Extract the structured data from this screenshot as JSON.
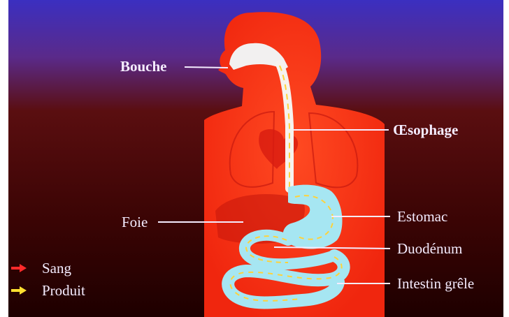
{
  "labels": {
    "mouth": "Bouche",
    "esophagus": "Œsophage",
    "liver": "Foie",
    "stomach": "Estomac",
    "duodenum": "Duodénum",
    "small_intestine": "Intestin grêle"
  },
  "legend": [
    {
      "label": "Sang",
      "color": "#ff2a2a",
      "icon": "red-arrow-icon"
    },
    {
      "label": "Produit",
      "color": "#ffe030",
      "icon": "yellow-arrow-icon"
    }
  ],
  "colors": {
    "body": "#ff3a1c",
    "organs": "#9fe0ef",
    "background_top": "#3a2ab0",
    "background_bottom": "#2a0000"
  }
}
